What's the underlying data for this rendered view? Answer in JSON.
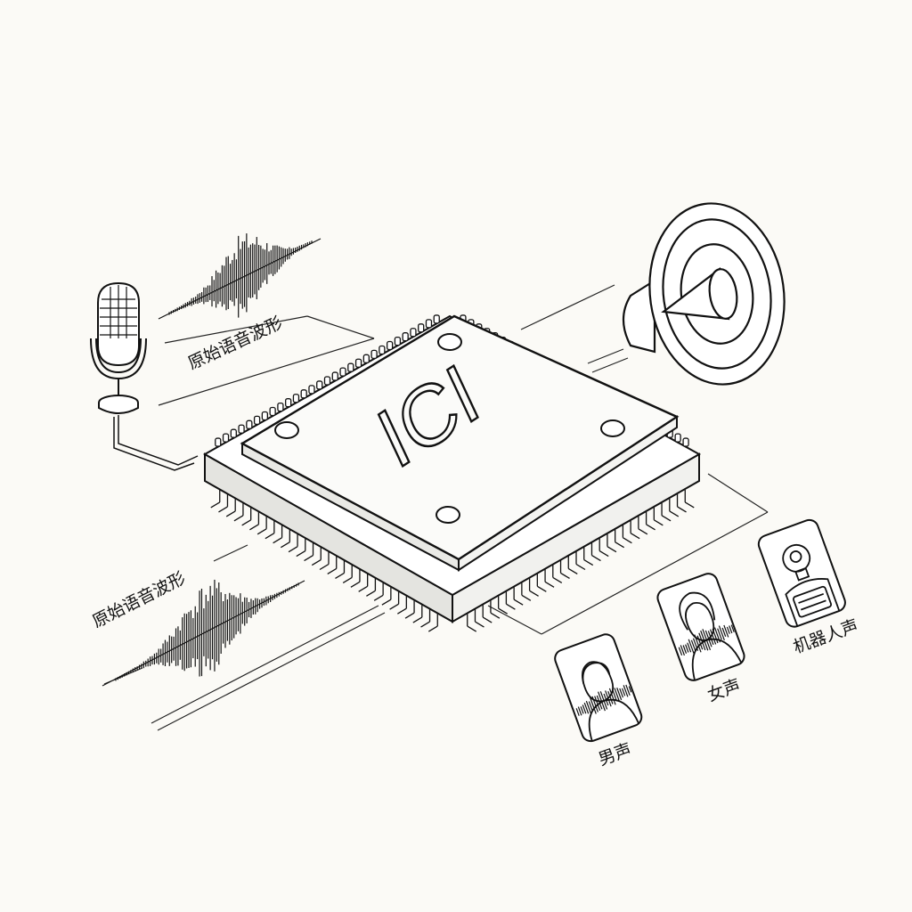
{
  "chip": {
    "marking": "ICI"
  },
  "labels": {
    "input_top": "原始语音波形",
    "input_bottom": "原始语音波形"
  },
  "voices": [
    {
      "label": "男声",
      "icon": "male-avatar-icon"
    },
    {
      "label": "女声",
      "icon": "female-avatar-icon"
    },
    {
      "label": "机器人声",
      "icon": "robot-avatar-icon"
    }
  ],
  "colors": {
    "ink": "#111111",
    "paper": "#fbfaf6"
  }
}
